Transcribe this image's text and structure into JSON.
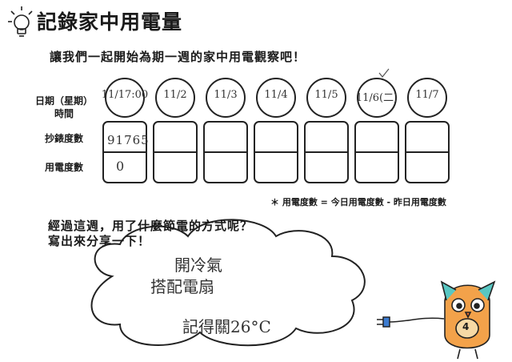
{
  "title": "記錄家中用電量",
  "intro": "讓我們一起開始為期一週的家中用電觀察吧！",
  "labels": {
    "date_line1": "日期（星期）",
    "date_line2": "時間",
    "meter_reading": "抄錶度數",
    "usage": "用電度數"
  },
  "dates": [
    "11/17:00",
    "11/2",
    "11/3",
    "11/4",
    "11/5",
    "11/6(二)",
    "11/7"
  ],
  "meter_readings": [
    "91765",
    "",
    "",
    "",
    "",
    "",
    ""
  ],
  "usage_values": [
    "0",
    "",
    "",
    "",
    "",
    "",
    ""
  ],
  "note": "＊ 用電度數 = 今日用電度數 - 昨日用電度數",
  "question_line1": "經過這週，用了什麼節電的方式呢？",
  "question_line2": "寫出來分享一下！",
  "answer_lines": [
    "開冷氣",
    "搭配電扇",
    "記得關26°C"
  ],
  "mascot_number": "4"
}
